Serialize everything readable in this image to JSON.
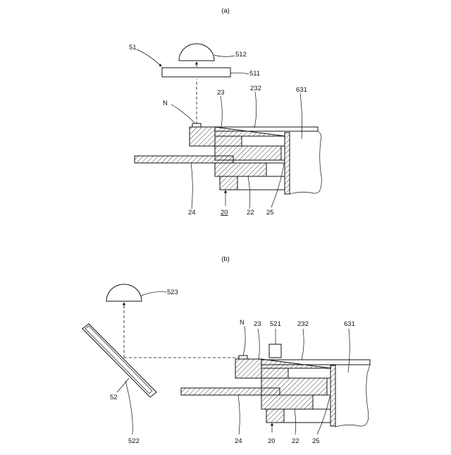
{
  "panels": {
    "a": {
      "caption": "(a)",
      "labels": {
        "l51": "51",
        "l512": "512",
        "l511": "511",
        "lN": "N",
        "l23": "23",
        "l232": "232",
        "l631": "631",
        "l24": "24",
        "l20": "20",
        "l22": "22",
        "l25": "25"
      }
    },
    "b": {
      "caption": "(b)",
      "labels": {
        "l523": "523",
        "lN": "N",
        "l23": "23",
        "l521": "521",
        "l232": "232",
        "l631": "631",
        "l52": "52",
        "l522": "522",
        "l24": "24",
        "l20": "20",
        "l22": "22",
        "l25": "25"
      }
    }
  }
}
